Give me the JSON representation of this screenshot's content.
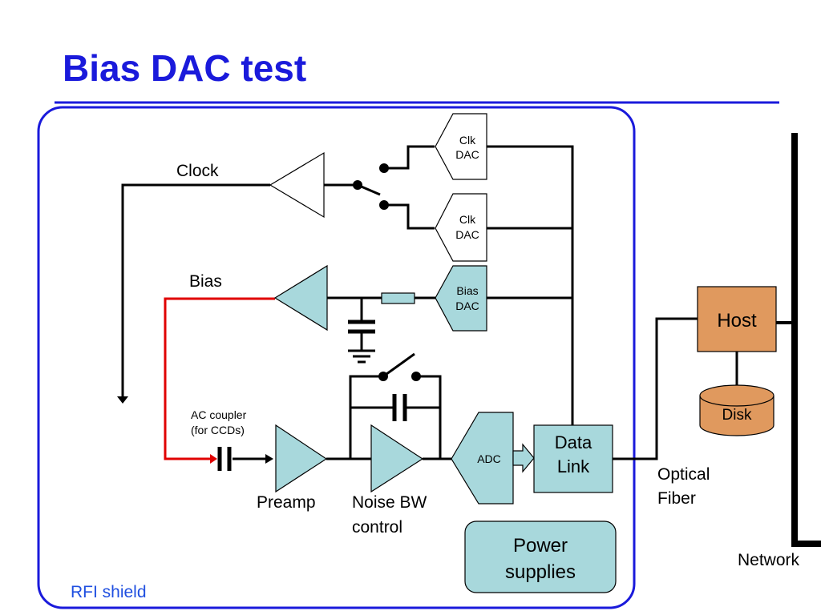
{
  "slide": {
    "title": "Bias DAC test"
  },
  "diagram": {
    "labels": {
      "clock": "Clock",
      "bias": "Bias",
      "ac_coupler_line1": "AC coupler",
      "ac_coupler_line2": "(for CCDs)",
      "preamp": "Preamp",
      "noise_bw_line1": "Noise BW",
      "noise_bw_line2": "control",
      "rfi_shield": "RFI shield",
      "optical_line1": "Optical",
      "optical_line2": "Fiber",
      "network": "Network"
    },
    "blocks": {
      "clk_dac_1_line1": "Clk",
      "clk_dac_1_line2": "DAC",
      "clk_dac_2_line1": "Clk",
      "clk_dac_2_line2": "DAC",
      "bias_dac_line1": "Bias",
      "bias_dac_line2": "DAC",
      "adc": "ADC",
      "data_link_line1": "Data",
      "data_link_line2": "Link",
      "power_line1": "Power",
      "power_line2": "supplies",
      "host": "Host",
      "disk": "Disk"
    },
    "colors": {
      "title": "#1a1adb",
      "shield_border": "#1a1adb",
      "rfi_label": "#1f4fe0",
      "component_fill": "#a8d8dc",
      "host_fill": "#e0995e",
      "bias_wire": "#e00000",
      "wire": "#000000"
    }
  }
}
